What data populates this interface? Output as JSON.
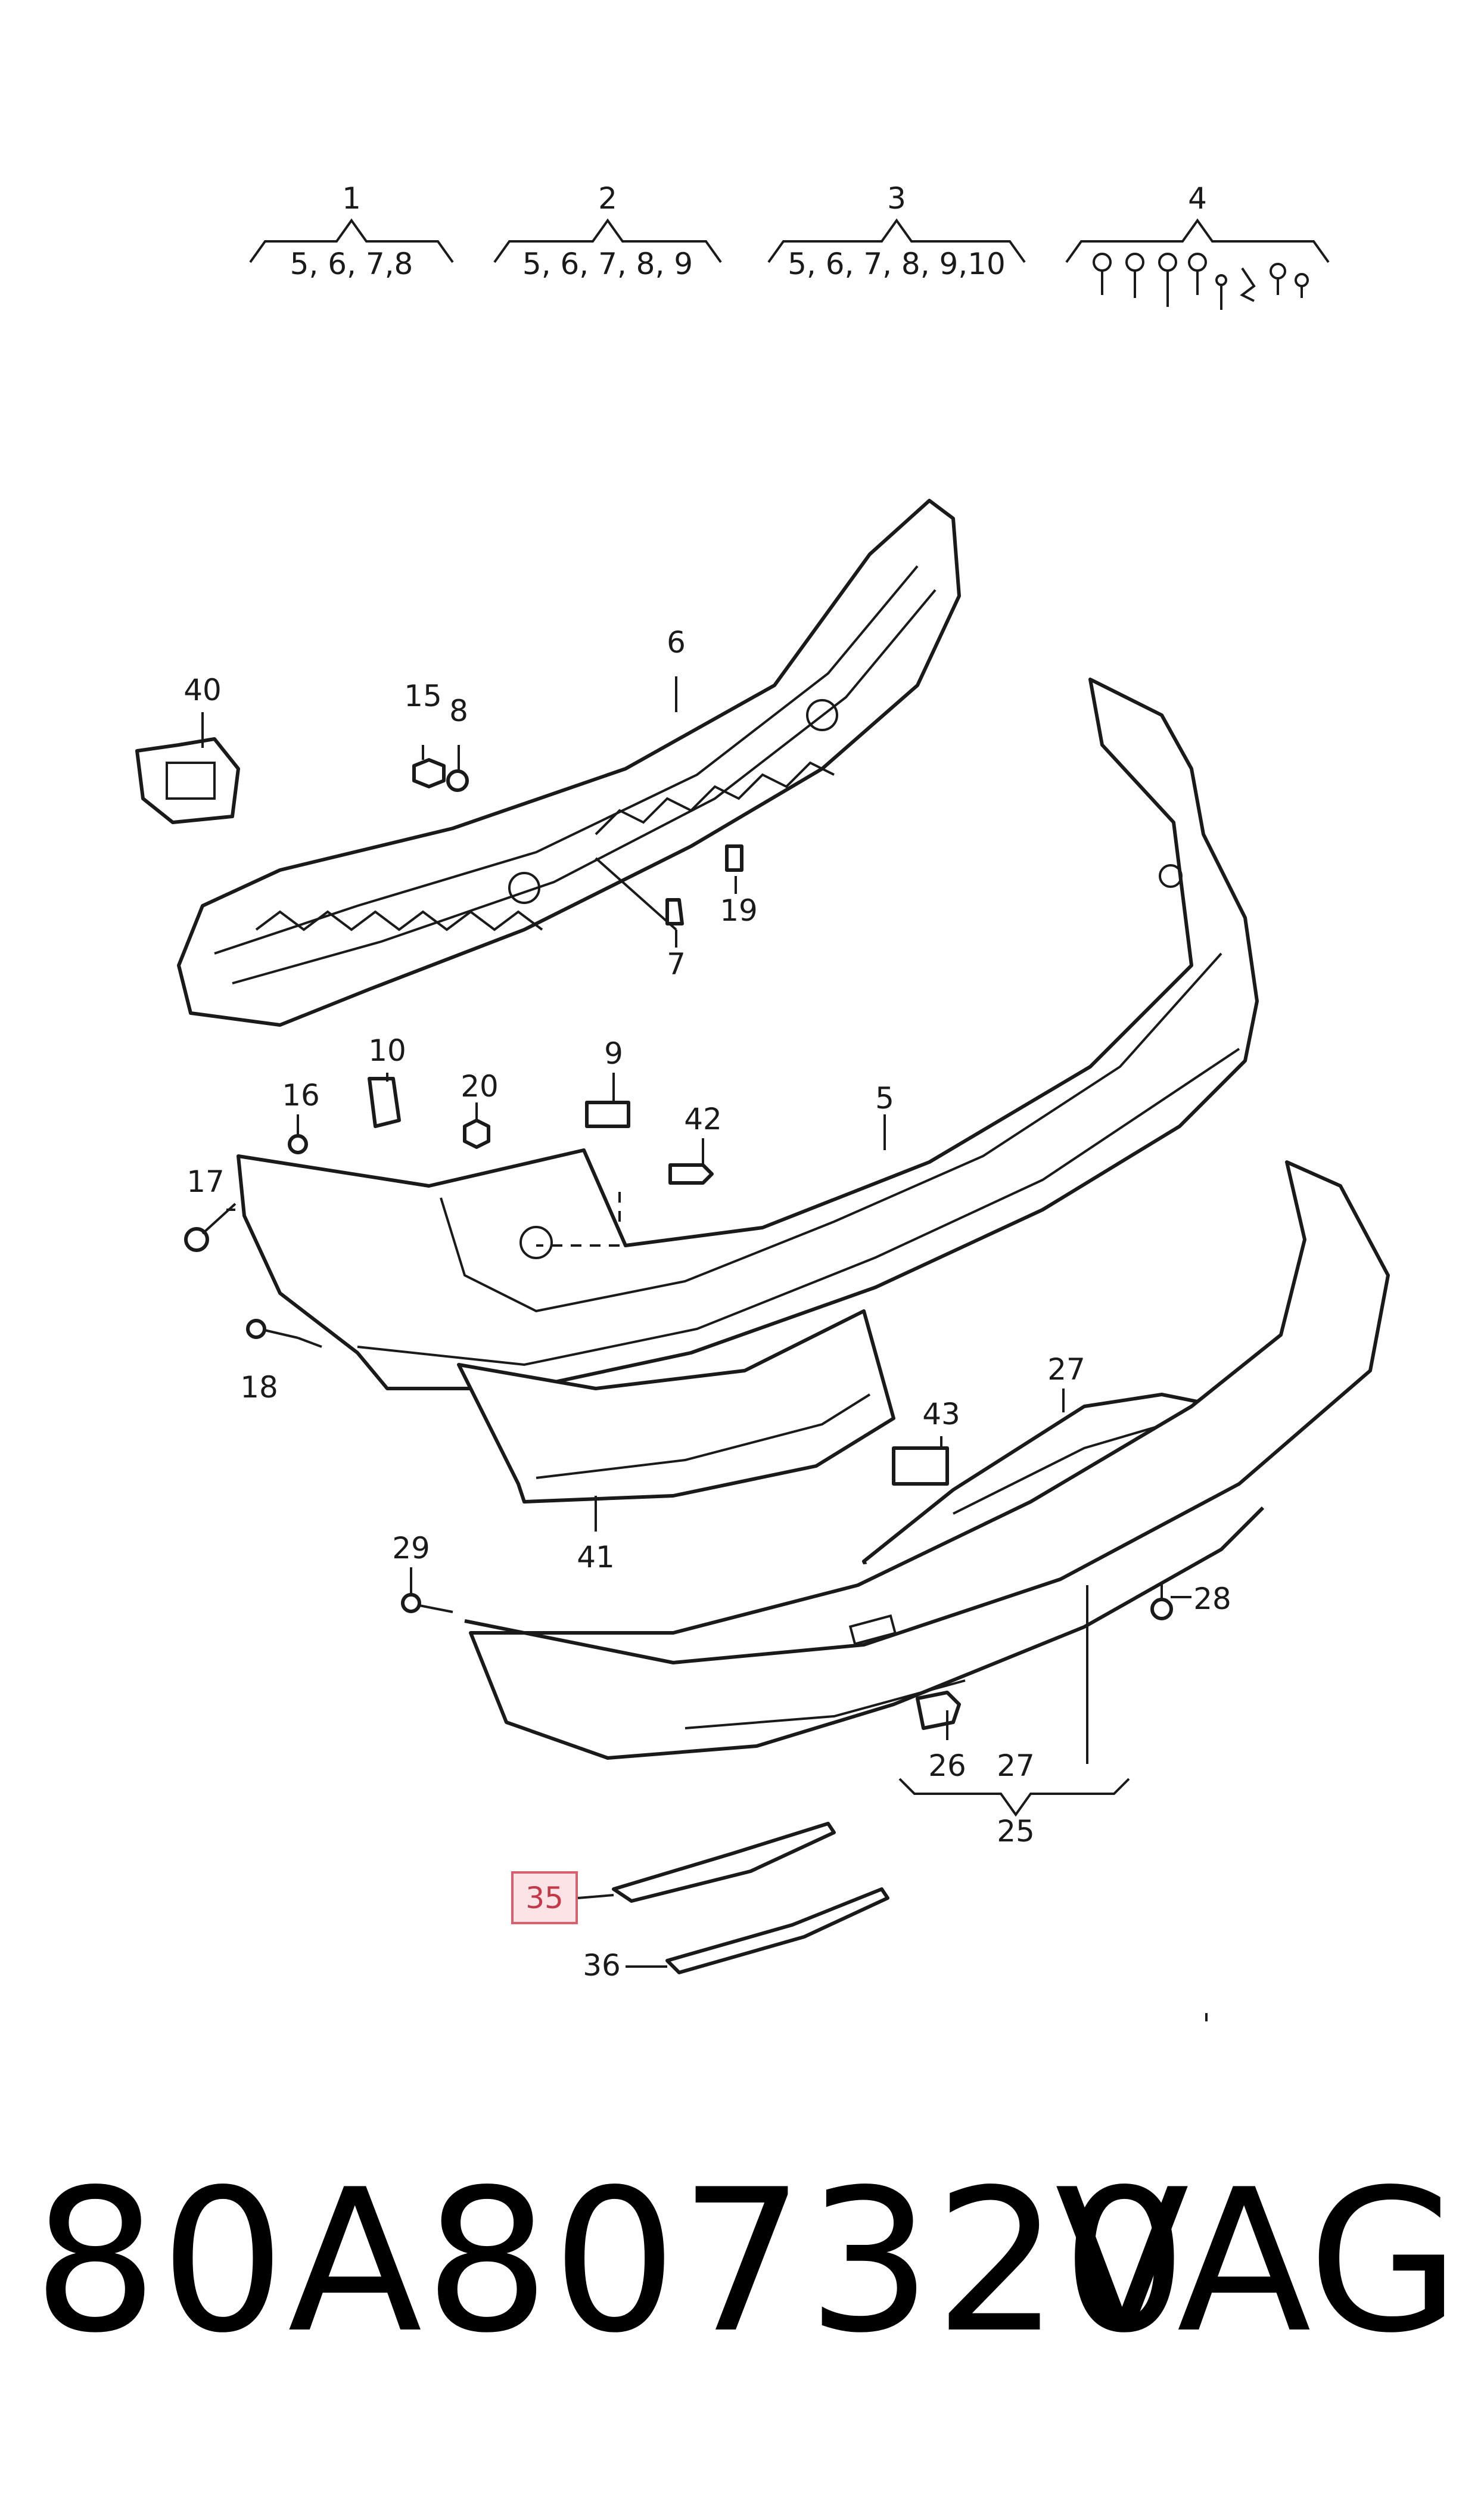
{
  "groups": [
    {
      "id": "1",
      "label": "1",
      "sub": "5, 6, 7,8"
    },
    {
      "id": "2",
      "label": "2",
      "sub": "5, 6, 7, 8, 9"
    },
    {
      "id": "3",
      "label": "3",
      "sub": "5, 6, 7, 8, 9,10"
    },
    {
      "id": "4",
      "label": "4",
      "sub": ""
    }
  ],
  "callouts": {
    "c6": "6",
    "c40": "40",
    "c15": "15",
    "c8": "8",
    "c19": "19",
    "c7": "7",
    "c10": "10",
    "c9": "9",
    "c16": "16",
    "c20": "20",
    "c42": "42",
    "c5": "5",
    "c17": "17",
    "c18": "18",
    "c43": "43",
    "c27a": "27",
    "c41": "41",
    "c29": "29",
    "c28": "28",
    "c26": "26",
    "c27b": "27",
    "c25": "25",
    "c35": "35",
    "c36": "36"
  },
  "highlight": {
    "callout": "35",
    "fill": "#fbe3e6",
    "stroke": "#d8606e",
    "text_color": "#c23a4a"
  },
  "footer": {
    "part_number": "80A807320",
    "brand": "VAG"
  }
}
